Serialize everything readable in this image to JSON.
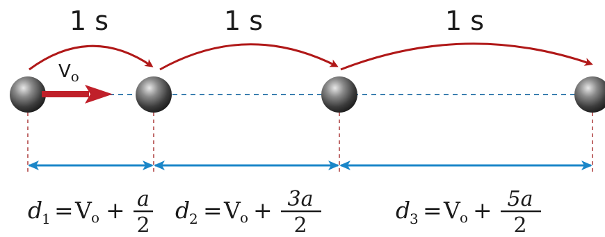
{
  "interval_label": "1 s",
  "velocity_label": "V",
  "velocity_subscript": "o",
  "equations": [
    {
      "var": "d",
      "sub": "1",
      "eq": "=",
      "v": "V",
      "vsub": "o",
      "plus": "+",
      "num": "a",
      "den": "2"
    },
    {
      "var": "d",
      "sub": "2",
      "eq": "=",
      "v": "V",
      "vsub": "o",
      "plus": "+",
      "num": "3a",
      "den": "2"
    },
    {
      "var": "d",
      "sub": "3",
      "eq": "=",
      "v": "V",
      "vsub": "o",
      "plus": "+",
      "num": "5a",
      "den": "2"
    }
  ],
  "colors": {
    "arc": "#b01818",
    "velocity_arrow": "#c0202a",
    "track": "#3b7fb0",
    "tick": "#c06a6a",
    "distance_arrow": "#1a86c8",
    "ball": "#555555"
  }
}
